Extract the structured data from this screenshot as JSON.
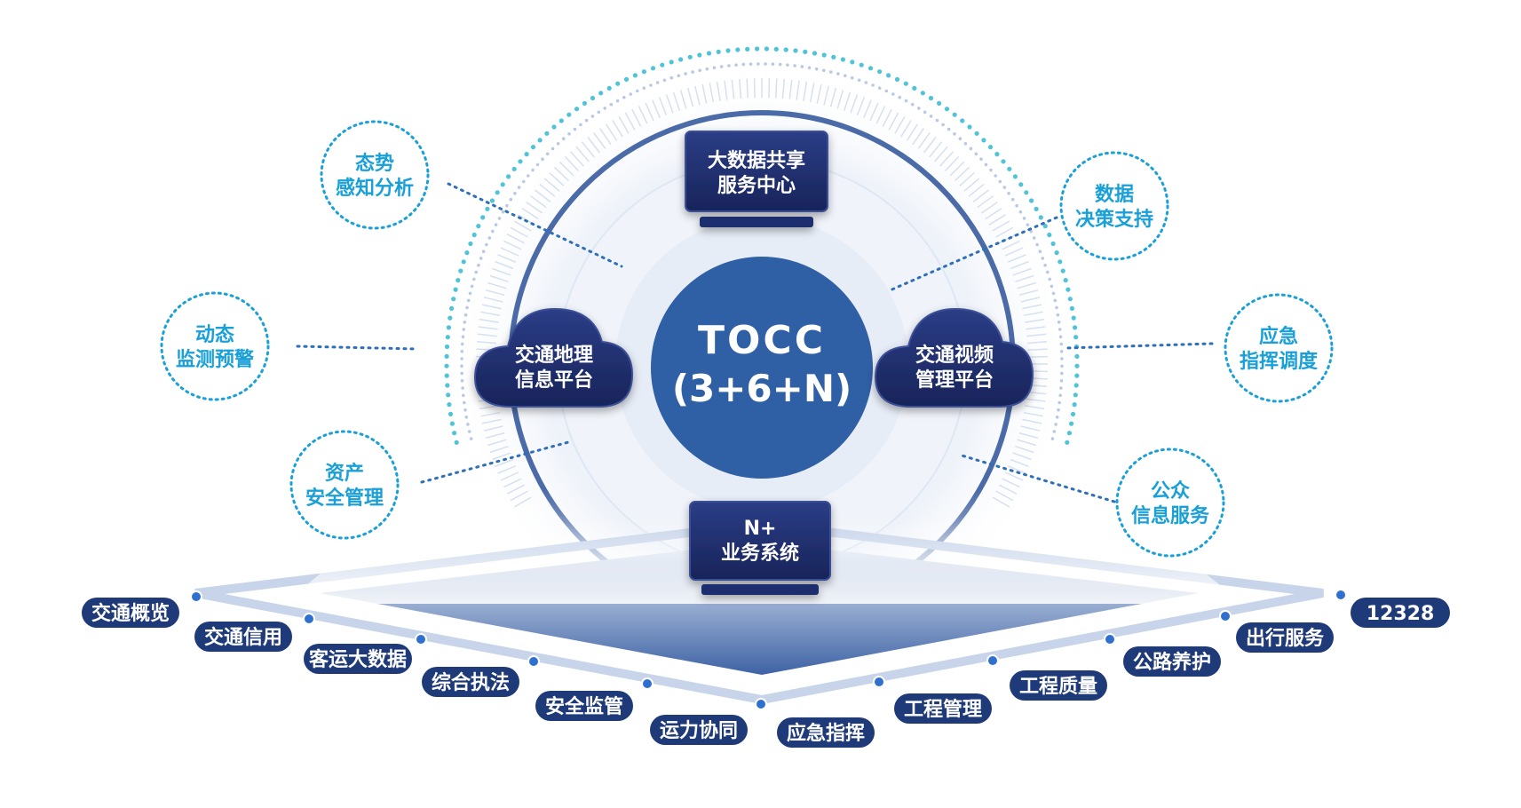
{
  "center": {
    "line1": "TOCC",
    "line2": "(3+6+N)"
  },
  "platforms": {
    "top": {
      "line1": "大数据共享",
      "line2": "服务中心"
    },
    "left": {
      "line1": "交通地理",
      "line2": "信息平台"
    },
    "right": {
      "line1": "交通视频",
      "line2": "管理平台"
    },
    "bottom": {
      "line1": "N+",
      "line2": "业务系统"
    }
  },
  "bubbles": [
    {
      "line1": "态势",
      "line2": "感知分析"
    },
    {
      "line1": "动态",
      "line2": "监测预警"
    },
    {
      "line1": "资产",
      "line2": "安全管理"
    },
    {
      "line1": "数据",
      "line2": "决策支持"
    },
    {
      "line1": "应急",
      "line2": "指挥调度"
    },
    {
      "line1": "公众",
      "line2": "信息服务"
    }
  ],
  "pills": [
    "交通概览",
    "交通信用",
    "客运大数据",
    "综合执法",
    "安全监管",
    "运力协同",
    "应急指挥",
    "工程管理",
    "工程质量",
    "公路养护",
    "出行服务",
    "12328"
  ],
  "colors": {
    "center": "#2f5fa5",
    "dark_box": "#1f2f6e",
    "pill": "#1f3a78",
    "bubble_border": "#1aa0d8",
    "bubble_text": "#1aa0d8",
    "ring": "#4a6aa8",
    "dots": "#4fc3d8"
  }
}
